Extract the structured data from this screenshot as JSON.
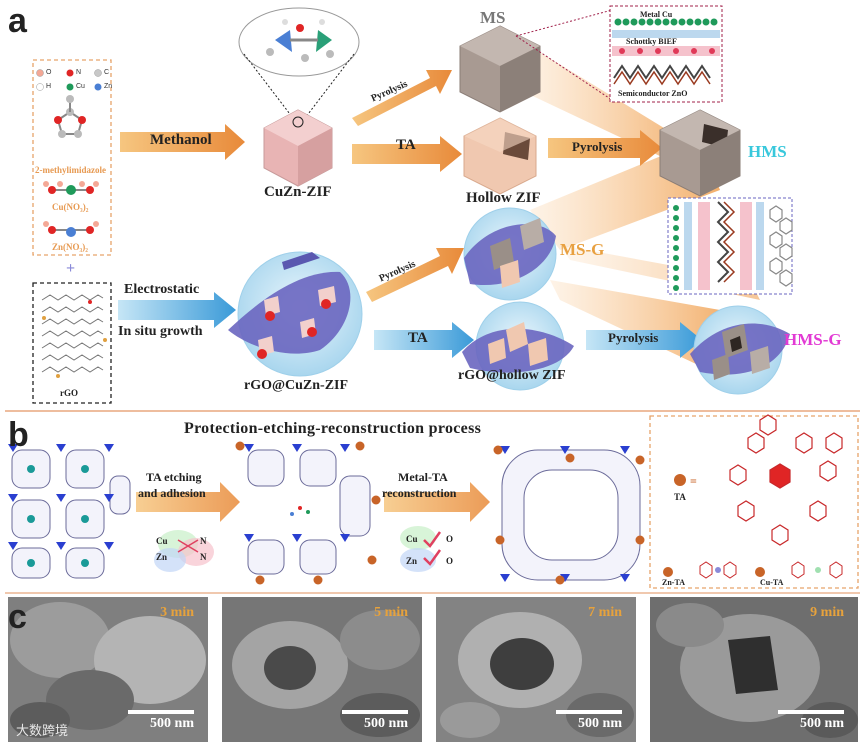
{
  "panel_a": {
    "letter": "a",
    "legend_atoms": [
      {
        "symbol": "O",
        "color": "#f4a896"
      },
      {
        "symbol": "N",
        "color": "#e02525"
      },
      {
        "symbol": "C",
        "color": "#c8c8c8"
      },
      {
        "symbol": "H",
        "color": "#ffffff"
      },
      {
        "symbol": "Cu",
        "color": "#1f9a5a"
      },
      {
        "symbol": "Zn",
        "color": "#4a7fd4"
      }
    ],
    "reagents": [
      "2-methylimidazole",
      "Cu(NO₃)₂",
      "Zn(NO₃)₂"
    ],
    "plus": "+",
    "rgo": "rGO",
    "methanol": "Methanol",
    "cuzn_zif": "CuZn-ZIF",
    "pyrolysis_top": "Pyrolysis",
    "ms": "MS",
    "inset_top": {
      "metal": "Metal Cu",
      "field": "Schottky BIEF",
      "semi": "Semiconductor ZnO"
    },
    "ta_1": "TA",
    "hollow_zif": "Hollow ZIF",
    "pyrolysis_mid": "Pyrolysis",
    "hms": "HMS",
    "electrostatic": "Electrostatic",
    "in_situ": "In situ growth",
    "rgo_cuzn": "rGO@CuZn-ZIF",
    "pyrolysis_left": "Pyrolysis",
    "ms_g": "MS-G",
    "ta_2": "TA",
    "rgo_hollow": "rGO@hollow ZIF",
    "pyrolysis_bottom": "Pyrolysis",
    "hms_g": "HMS-G"
  },
  "panel_b": {
    "letter": "b",
    "title": "Protection-etching-reconstruction process",
    "step1_line1": "TA etching",
    "step1_line2": "and adhesion",
    "step2_line1": "Metal-TA",
    "step2_line2": "reconstruction",
    "cu": "Cu",
    "zn": "Zn",
    "n": "N",
    "o": "O",
    "ta_eq": "TA",
    "zn_ta": "Zn-TA",
    "cu_ta": "Cu-TA"
  },
  "panel_c": {
    "letter": "c",
    "images": [
      {
        "time": "3 min",
        "scale": "500 nm"
      },
      {
        "time": "5 min",
        "scale": "500 nm"
      },
      {
        "time": "7 min",
        "scale": "500 nm"
      },
      {
        "time": "9 min",
        "scale": "500 nm"
      }
    ],
    "watermark": "大数跨境"
  },
  "colors": {
    "arrow_orange": "#e8a040",
    "arrow_blue": "#3fa8dd",
    "dashed_orange": "#e6a36a",
    "hms_cyan": "#39c8dc",
    "hmsg_magenta": "#e23ad4"
  }
}
